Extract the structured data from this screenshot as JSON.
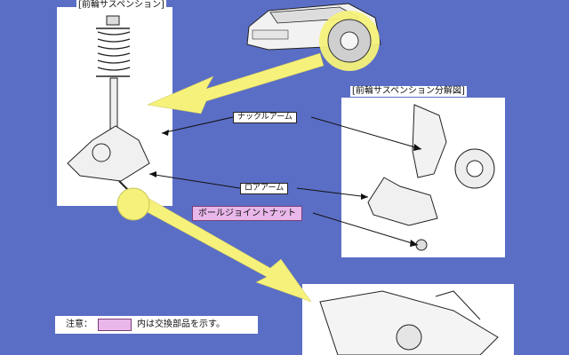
{
  "panels": {
    "front_suspension_title": "[前輪サスペンション]",
    "exploded_view_title": "[前輪サスペンション分解図]"
  },
  "labels": {
    "knuckle_arm": "ナックルアーム",
    "lower_arm": "ロアアーム",
    "ball_joint_nut": "ボールジョイントナット"
  },
  "legend": {
    "prefix": "注意：",
    "suffix": "内は交換部品を示す。"
  },
  "colors": {
    "background": "#5b6ec6",
    "arrow_yellow": "#f6f17a",
    "highlight_pink": "#e9b7ea"
  }
}
